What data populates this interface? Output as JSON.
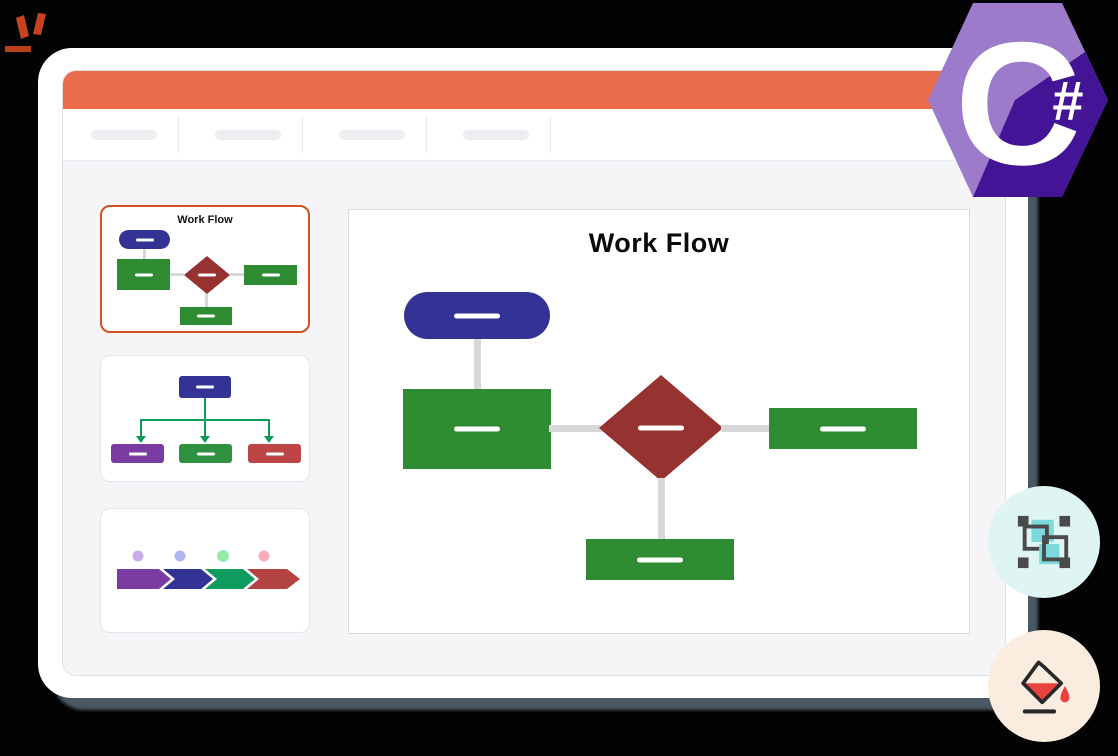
{
  "app": {
    "header_color": "#EB6D4B",
    "window_bg": "#FFFFFF",
    "panel_bg": "#F5F5F8",
    "shadow_color": "#4A5863",
    "menu_placeholder_count": 4
  },
  "brand_mark": {
    "color": "#C7431F"
  },
  "csharp_logo": {
    "letter": "C",
    "symbol": "#",
    "light_color": "#9C7BCA",
    "dark_color": "#431596"
  },
  "sidebar": {
    "slides": [
      {
        "title": "Work Flow",
        "type": "flowchart",
        "selected": true,
        "colors": {
          "pill": "#333295",
          "box": "#2F8C33",
          "diamond": "#96322F"
        }
      },
      {
        "title": "",
        "type": "org-hierarchy",
        "selected": false,
        "colors": {
          "root": "#333295",
          "arrow": "#0C9B58",
          "child1": "#7B3CA2",
          "child2": "#2F9140",
          "child3": "#BD4543"
        }
      },
      {
        "title": "",
        "type": "process-arrows",
        "selected": false,
        "colors": {
          "chevrons": [
            "#7B3CA2",
            "#333295",
            "#0E9B5E",
            "#B34341"
          ],
          "dots": [
            "#C9ABEA",
            "#AFB6F2",
            "#95E9A9",
            "#F6AFBA"
          ]
        }
      }
    ]
  },
  "canvas": {
    "title": "Work Flow",
    "shape_colors": {
      "pill": "#333295",
      "process": "#2F8C33",
      "decision": "#96322F",
      "connector": "#D8D8DA"
    }
  },
  "badges": [
    {
      "name": "group-objects",
      "bg": "#DFF5F4",
      "icon_stroke": "#4A4A4A",
      "icon_fill": "#7CD9DC"
    },
    {
      "name": "fill-color",
      "bg": "#FAECDE",
      "icon_stroke": "#282828",
      "icon_fill": "#E8423E"
    }
  ]
}
